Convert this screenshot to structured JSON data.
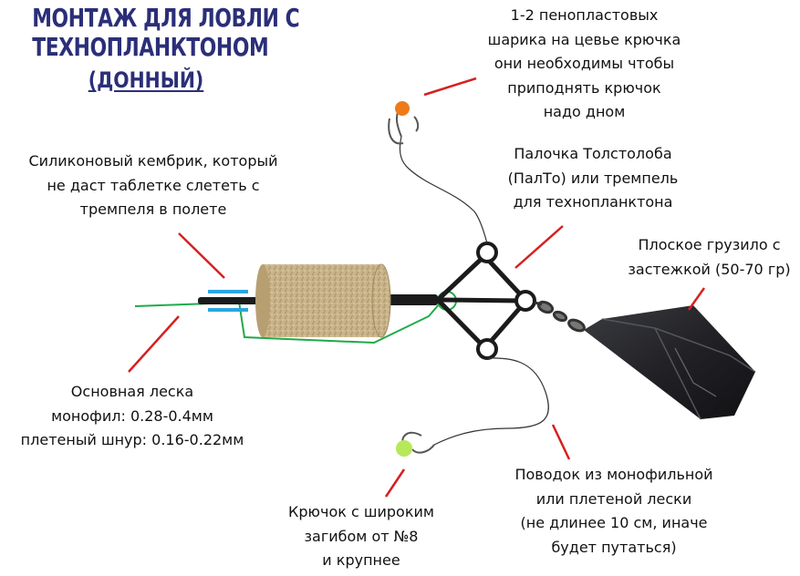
{
  "title": {
    "line1": "МОНТАЖ ДЛЯ ЛОВЛИ С",
    "line2": "ТЕХНОПЛАНКТОНОМ",
    "line3": "(ДОННЫЙ)"
  },
  "labels": {
    "foam_balls": [
      "1-2 пенопластовых",
      "шарика на цевье крючка",
      "они необходимы чтобы",
      "приподнять крючок",
      "надо дном"
    ],
    "silicone_tube": [
      "Силиконовый кембрик, который",
      "не даст таблетке слететь с",
      "трempеля в полете"
    ],
    "stick": [
      "Палочка Толстолоба",
      "(ПалТо) или трempель",
      "для технопланктона"
    ],
    "sinker": [
      "Плоское грузило с",
      "застежкой (50-70 гр)"
    ],
    "main_line": [
      "Основная леска",
      "монофил: 0.28-0.4мм",
      "плетеный шнур: 0.16-0.22мм"
    ],
    "hook": [
      "Крючок с широким",
      "загибом от №8",
      "и крупнее"
    ],
    "leader": [
      "Поводок из монофильной",
      "или плетеной лески",
      "(не длинее 10 см, иначе",
      "будет путаться)"
    ]
  },
  "colors": {
    "title": "#2b2f78",
    "pointer": "#d62020",
    "main_line": "#1faa4a",
    "silicone": "#2aa6e0",
    "orange_ball": "#f07a1a",
    "green_ball": "#b6e85a",
    "cork": "#c9b48a",
    "sinker": "#2a2a2e"
  }
}
